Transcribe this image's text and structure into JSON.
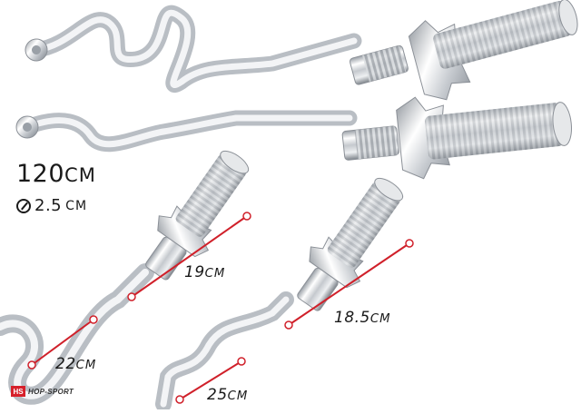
{
  "specs": {
    "length_value": "120",
    "length_unit": "CM",
    "diameter_value": "2.5",
    "diameter_unit": "CM"
  },
  "measurements": [
    {
      "value": "19",
      "unit": "CM"
    },
    {
      "value": "22",
      "unit": "CM"
    },
    {
      "value": "18.5",
      "unit": "CM"
    },
    {
      "value": "25",
      "unit": "CM"
    }
  ],
  "brand": {
    "mark": "HS",
    "name": "HOP-SPORT"
  },
  "colors": {
    "measure_line": "#d0202a",
    "chrome_light": "#f4f5f6",
    "chrome_mid": "#c9ccd0",
    "chrome_dark": "#7a7f86"
  },
  "icons": [
    "diameter-icon",
    "star-collar-icon"
  ]
}
